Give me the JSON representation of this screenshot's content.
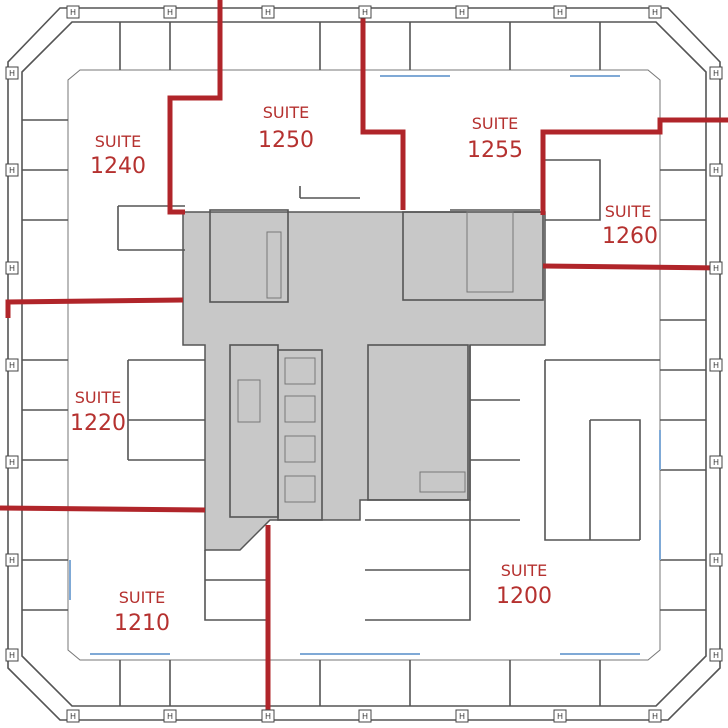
{
  "floor_plan": {
    "marker_label": "H",
    "suites": [
      {
        "word": "SUITE",
        "number": "1240"
      },
      {
        "word": "SUITE",
        "number": "1250"
      },
      {
        "word": "SUITE",
        "number": "1255"
      },
      {
        "word": "SUITE",
        "number": "1260"
      },
      {
        "word": "SUITE",
        "number": "1220"
      },
      {
        "word": "SUITE",
        "number": "1210"
      },
      {
        "word": "SUITE",
        "number": "1200"
      }
    ],
    "colors": {
      "suite_boundary": "#b0252a",
      "core": "#c8c8c8",
      "label": "#b5312f",
      "glazing": "#7fa9d6"
    }
  }
}
